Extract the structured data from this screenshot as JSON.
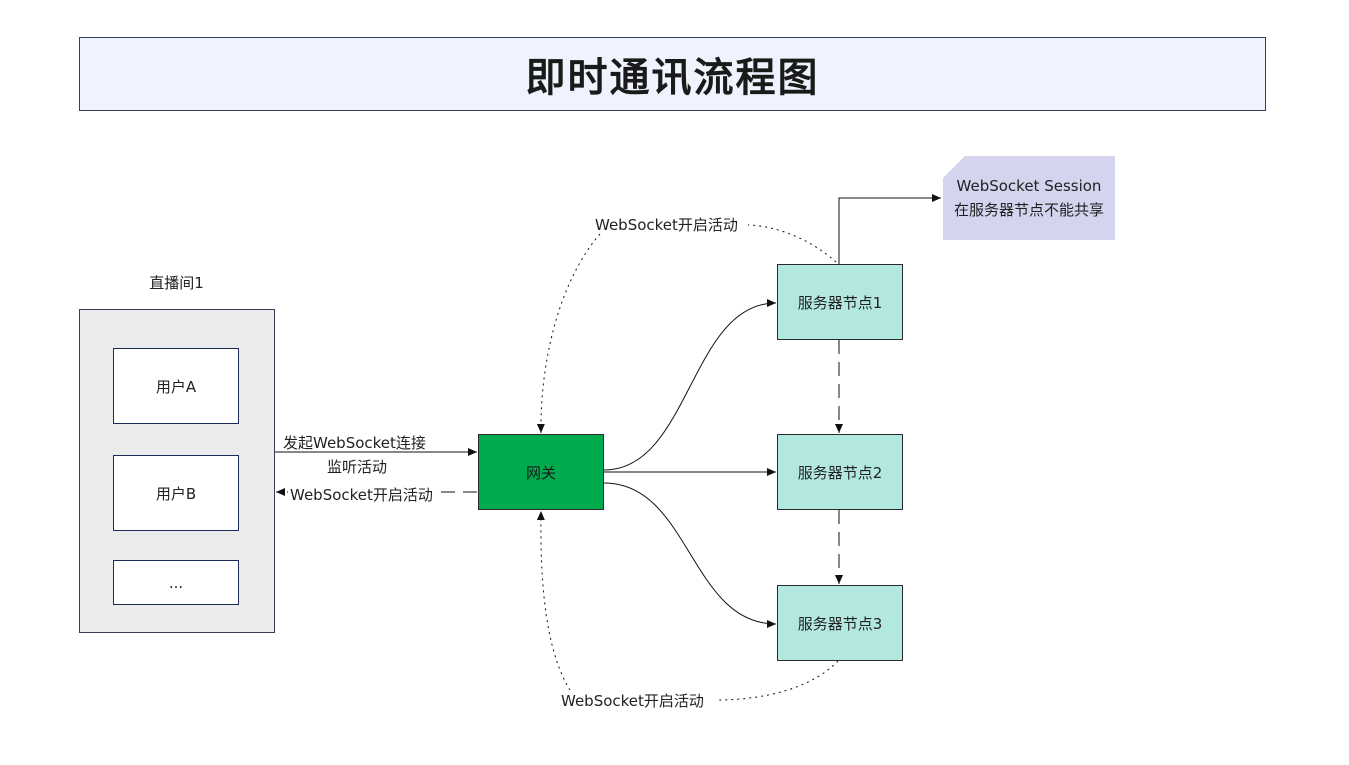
{
  "title": "即时通讯流程图",
  "room": {
    "label": "直播间1",
    "users": [
      "用户A",
      "用户B",
      "..."
    ]
  },
  "gateway": {
    "label": "网关"
  },
  "servers": [
    "服务器节点1",
    "服务器节点2",
    "服务器节点3"
  ],
  "note": {
    "line1": "WebSocket Session",
    "line2": "在服务器节点不能共享"
  },
  "edges": {
    "connect_line1": "发起WebSocket连接",
    "connect_line2": "监听活动",
    "response": "WebSocket开启活动",
    "top_loop": "WebSocket开启活动",
    "bottom_loop": "WebSocket开启活动"
  },
  "colors": {
    "title_bg": "#eef3fd",
    "gateway": "#00ab4e",
    "server": "#b3e8e0",
    "note": "#d4d4ef",
    "room_bg": "#ebebeb"
  }
}
